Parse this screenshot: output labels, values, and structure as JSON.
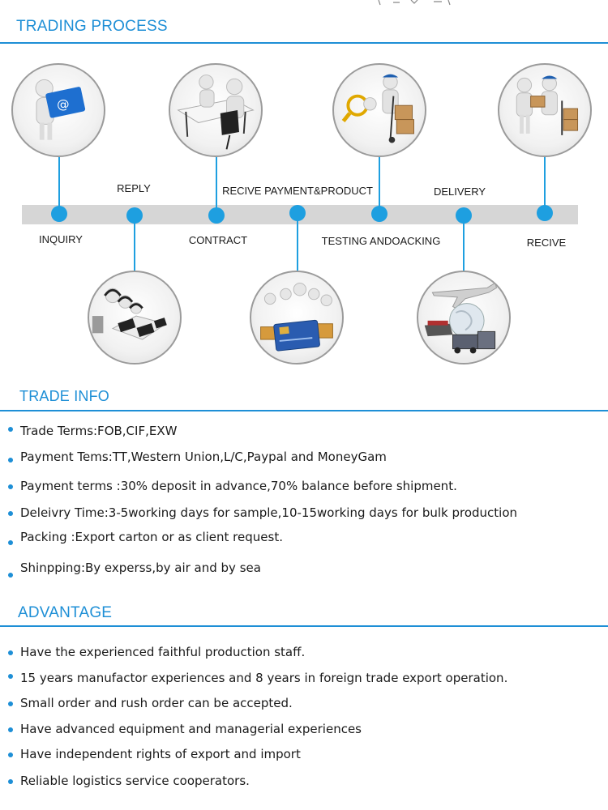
{
  "trading_process": {
    "title": "TRADING PROCESS",
    "steps": [
      {
        "label": "INQUIRY"
      },
      {
        "label": "REPLY"
      },
      {
        "label": "CONTRACT"
      },
      {
        "label": "RECIVE PAYMENT&PRODUCT"
      },
      {
        "label": "TESTING ANDOACKING"
      },
      {
        "label": "DELIVERY"
      },
      {
        "label": "RECIVE"
      }
    ]
  },
  "trade_info": {
    "title": "TRADE INFO",
    "items": [
      "Trade Terms:FOB,CIF,EXW",
      "Payment Tems:TT,Western Union,L/C,Paypal and MoneyGam",
      "Payment terms :30% deposit in advance,70% balance before shipment.",
      "Deleivry Time:3-5working days for sample,10-15working days for bulk production",
      "Packing :Export carton or as client request.",
      "Shinpping:By experss,by air and by sea"
    ]
  },
  "advantage": {
    "title": "ADVANTAGE",
    "items": [
      "Have the experienced faithful production staff.",
      "15 years manufactor experiences and 8 years in foreign trade export operation.",
      "Small order and rush order can be accepted.",
      "Have advanced equipment and managerial experiences",
      "Have independent rights of export and import",
      "Reliable logistics service cooperators."
    ]
  },
  "colors": {
    "accent": "#1e8fd6",
    "dot": "#1e9fe0",
    "track": "#d6d6d6"
  },
  "icons": [
    "email-envelope-icon",
    "meeting-table-icon",
    "magnifier-inspection-icon",
    "package-handover-icon",
    "call-center-icon",
    "payment-card-icon",
    "airplane-globe-icon"
  ]
}
